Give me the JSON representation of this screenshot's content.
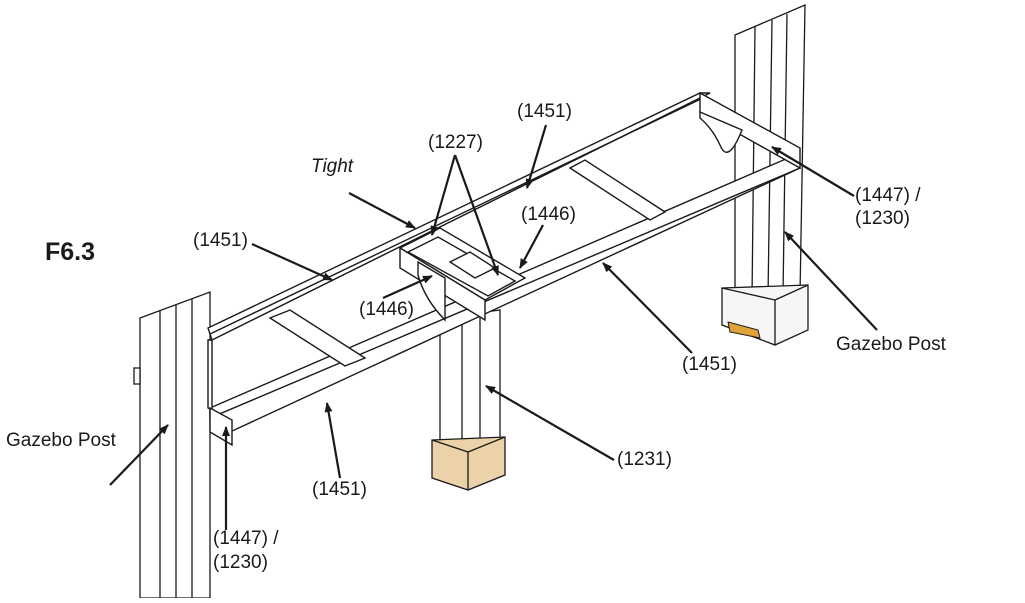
{
  "figure": {
    "label": "F6.3"
  },
  "callouts": {
    "tight": "Tight",
    "part_1451_top": "(1451)",
    "part_1451_left": "(1451)",
    "part_1451_right": "(1451)",
    "part_1451_bottom": "(1451)",
    "part_1227": "(1227)",
    "part_1446_right": "(1446)",
    "part_1446_left": "(1446)",
    "part_1447_1230_right_line1": "(1447) /",
    "part_1447_1230_right_line2": "(1230)",
    "part_1447_1230_left_line1": "(1447) /",
    "part_1447_1230_left_line2": "(1230)",
    "gazebo_post_right": "Gazebo Post",
    "gazebo_post_left": "Gazebo Post",
    "part_1231": "(1231)"
  },
  "colors": {
    "line": "#1a1a1a",
    "wood_block": "#ecd2a8",
    "bracket_accent": "#e0a23a"
  }
}
